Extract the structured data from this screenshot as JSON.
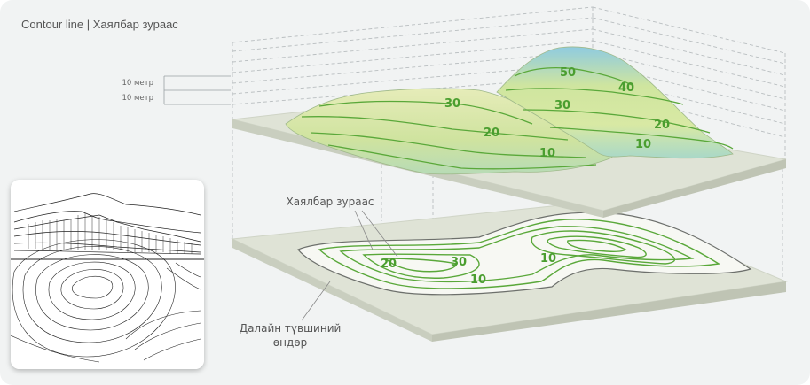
{
  "title": "Contour line | Хаялбар зураас",
  "scale": {
    "interval_1": "10 метр",
    "interval_2": "10 метр"
  },
  "labels": {
    "contour_line": "Хаялбар зураас",
    "sea_level_line1": "Далайн түвшиний",
    "sea_level_line2": "өндөр"
  },
  "terrain_contours": [
    "50",
    "40",
    "30",
    "30",
    "20",
    "20",
    "10",
    "10"
  ],
  "map_contours": [
    "20",
    "30",
    "10",
    "10"
  ],
  "colors": {
    "contour": "#5aa83a",
    "label": "#4a9e2f",
    "peak": "#8fcbe0",
    "slope": "#d9e8a0",
    "base": "#dfe3d6"
  }
}
